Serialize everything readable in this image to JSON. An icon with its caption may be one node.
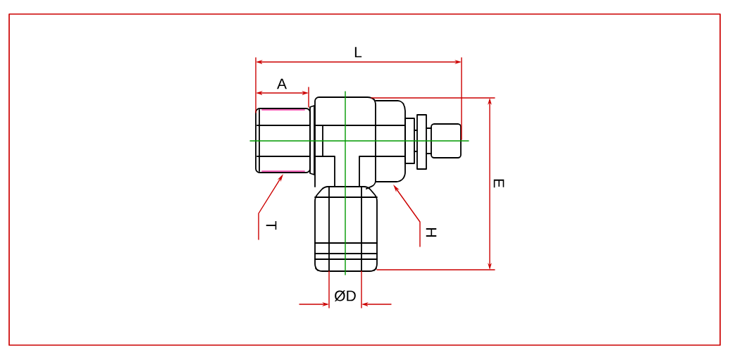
{
  "diagram": {
    "nodes": [
      {
        "text": [
          "T"
        ]
      },
      {
        "text": [
          "H"
        ]
      }
    ],
    "edges": [
      {
        "from": 0,
        "to": null,
        "arrow": "to"
      },
      {
        "from": 1,
        "to": null,
        "arrow": "to"
      }
    ],
    "labels": [
      "L",
      "A",
      "E",
      "ØD"
    ]
  }
}
